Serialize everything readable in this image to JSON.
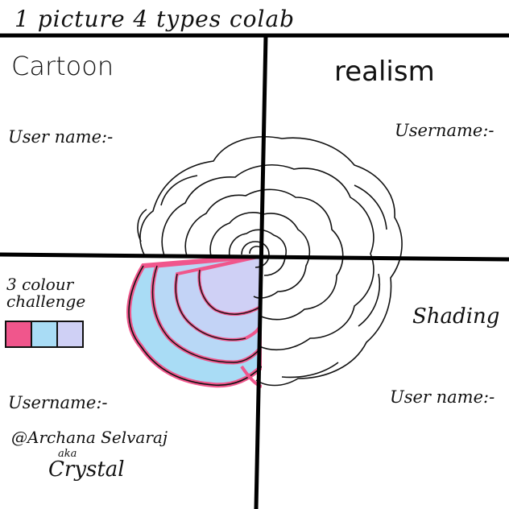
{
  "title": "1 picture 4 types colab",
  "quadrants": {
    "cartoon": {
      "label": "Cartoon",
      "username_label": "User name:-"
    },
    "realism": {
      "label": "realism",
      "username_label": "Username:-"
    },
    "challenge": {
      "label": "3 colour challenge",
      "username_label": "Username:-",
      "handle": "@Archana Selvaraj",
      "aka": "aka",
      "nickname": "Crystal",
      "palette": [
        {
          "name": "pink",
          "color": "#f0568c"
        },
        {
          "name": "light-blue",
          "color": "#a9dcf5"
        },
        {
          "name": "lavender",
          "color": "#cfd0f5"
        }
      ]
    },
    "shading": {
      "label": "Shading",
      "username_label": "User name:-"
    }
  }
}
